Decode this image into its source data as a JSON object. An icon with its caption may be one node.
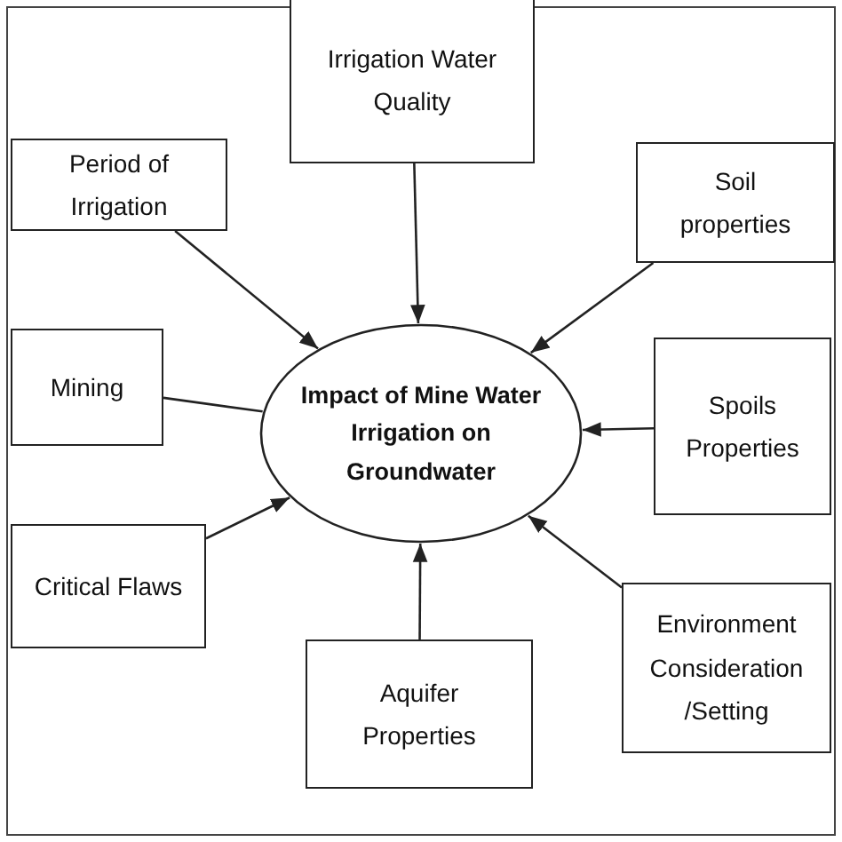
{
  "diagram": {
    "nodes": [
      {
        "text": [
          "Irrigation Water Quality"
        ]
      },
      {
        "text": [
          "Soil properties"
        ]
      },
      {
        "text": [
          "Period of Irrigation"
        ]
      },
      {
        "text": [
          "Mining"
        ]
      },
      {
        "text": [
          "Impact of Mine Water Irrigation on Groundwater"
        ]
      },
      {
        "text": [
          "Spoils Properties"
        ]
      },
      {
        "text": [
          "Critical Flaws"
        ]
      },
      {
        "text": [
          "Aquifer Properties"
        ]
      },
      {
        "text": [
          "Environment Consideration /Setting"
        ]
      }
    ],
    "edges": [
      {
        "from": 0,
        "to": 4,
        "arrow": "to"
      },
      {
        "from": 1,
        "to": 4,
        "arrow": "to"
      },
      {
        "from": 2,
        "to": 4,
        "arrow": "to"
      },
      {
        "from": 3,
        "to": 4,
        "arrow": "none"
      },
      {
        "from": 5,
        "to": 4,
        "arrow": "to"
      },
      {
        "from": 6,
        "to": 4,
        "arrow": "to"
      },
      {
        "from": 7,
        "to": 4,
        "arrow": "to"
      },
      {
        "from": 8,
        "to": 4,
        "arrow": "to"
      }
    ]
  }
}
